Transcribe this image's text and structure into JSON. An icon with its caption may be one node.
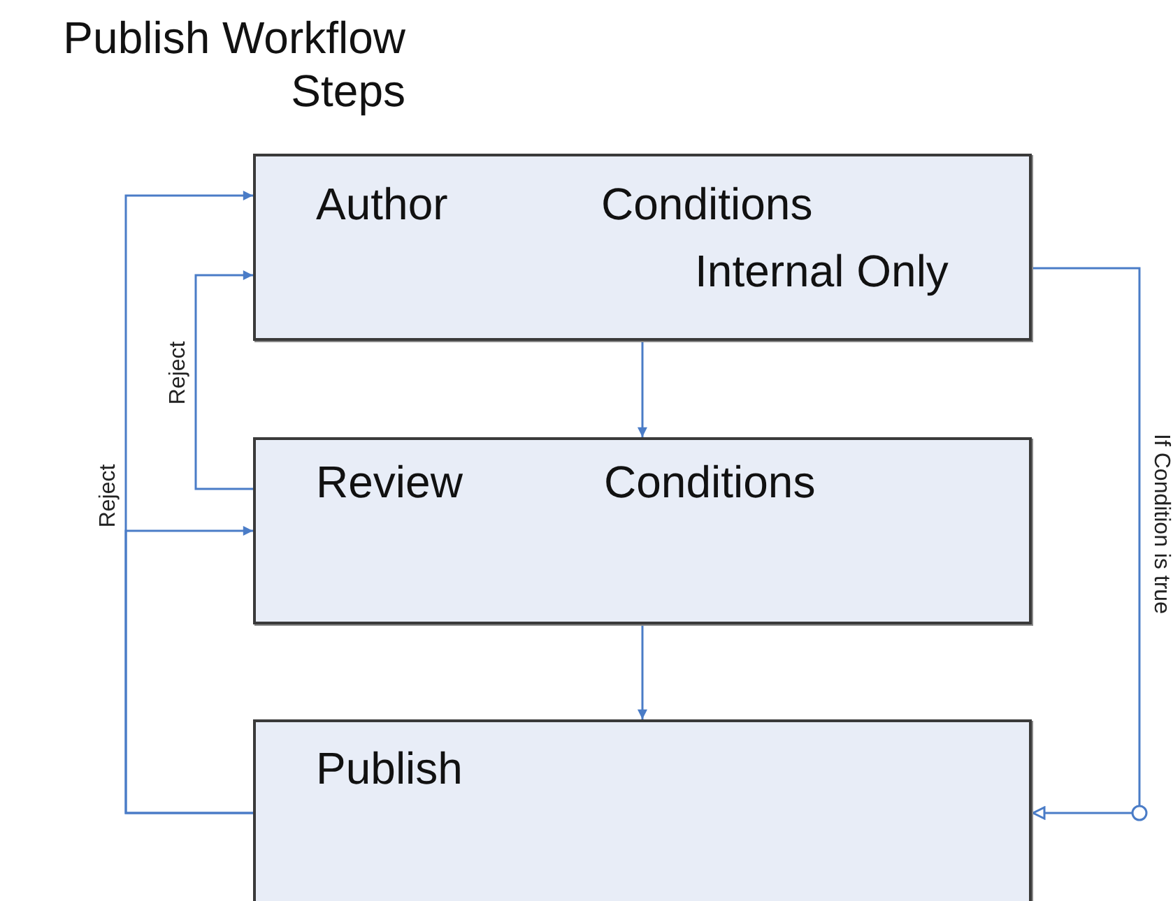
{
  "diagram": {
    "title": "Publish Workflow Steps",
    "nodes": [
      {
        "text": [
          "Author",
          "Conditions"
        ]
      },
      {
        "text": [
          "Internal Only"
        ],
        "in": 0
      },
      {
        "text": [
          "Review",
          "Conditions"
        ]
      },
      {
        "text": [
          "Publish"
        ]
      }
    ],
    "edges": [
      {
        "from": 0,
        "to": 2,
        "arrow": "to"
      },
      {
        "from": 2,
        "to": 3,
        "arrow": "to"
      },
      {
        "from": 2,
        "to": 0,
        "arrow": "to",
        "label": "Reject"
      },
      {
        "from": 3,
        "to": 0,
        "arrow": "to",
        "label": "Reject"
      },
      {
        "from": 3,
        "to": 2,
        "arrow": "to"
      },
      {
        "from": 1,
        "to": 3,
        "arrow": "to",
        "label": "If Condition is true"
      }
    ]
  }
}
